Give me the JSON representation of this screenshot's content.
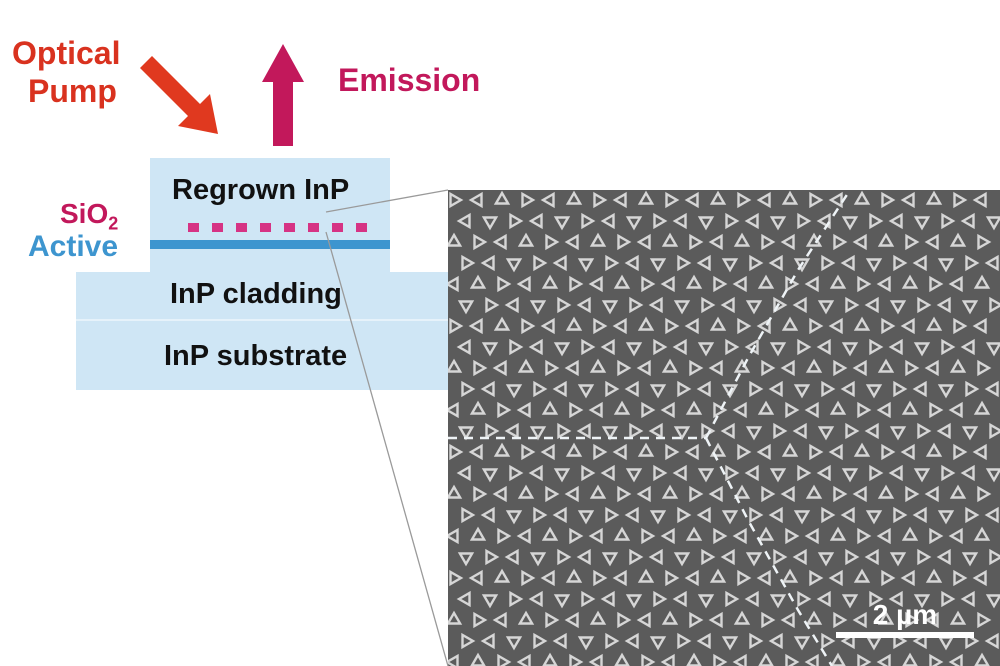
{
  "labels": {
    "optical_pump_line1": "Optical",
    "optical_pump_line2": "Pump",
    "emission": "Emission",
    "sio2_base": "SiO",
    "sio2_sub": "2",
    "active": "Active",
    "regrown": "Regrown InP",
    "cladding": "InP cladding",
    "substrate": "InP substrate",
    "scale_bar": "2 µm"
  },
  "colors": {
    "pump": "#d9321f",
    "emission": "#c2185b",
    "active": "#3d95cf",
    "layer": "#cfe6f5",
    "sem_background": "#5b5b5b",
    "triangle": "#d6d6d6"
  },
  "icons": {
    "pump_arrow": "arrow-down-right-icon",
    "emission_arrow": "arrow-up-icon"
  }
}
